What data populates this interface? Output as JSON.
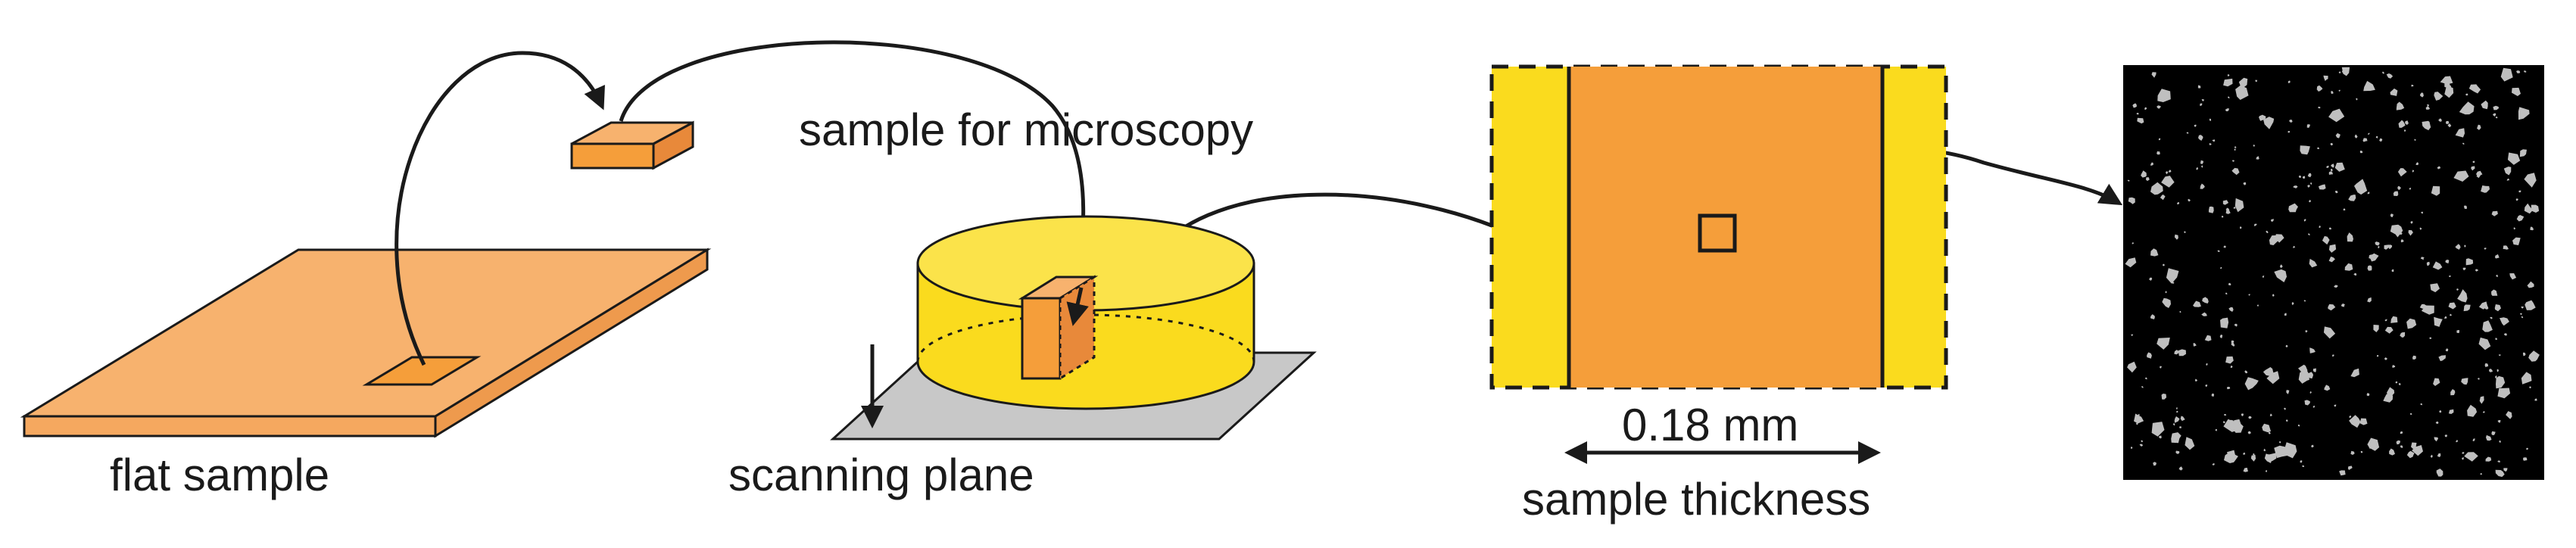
{
  "labels": {
    "flat_sample": "flat sample",
    "sample_for_microscopy": "sample for microscopy",
    "scanning_plane": "scanning plane",
    "dimension_value": "0.18 mm",
    "sample_thickness": "sample thickness"
  },
  "colors": {
    "flat_sample": "#F7B26E",
    "sample_orange": "#F59E3A",
    "resin_yellow": "#FADB1E",
    "plane_gray": "#C8C8C8",
    "micrograph_black": "#000000",
    "particle_gray": "#BFBFBF",
    "stroke": "#1a1a1a"
  }
}
